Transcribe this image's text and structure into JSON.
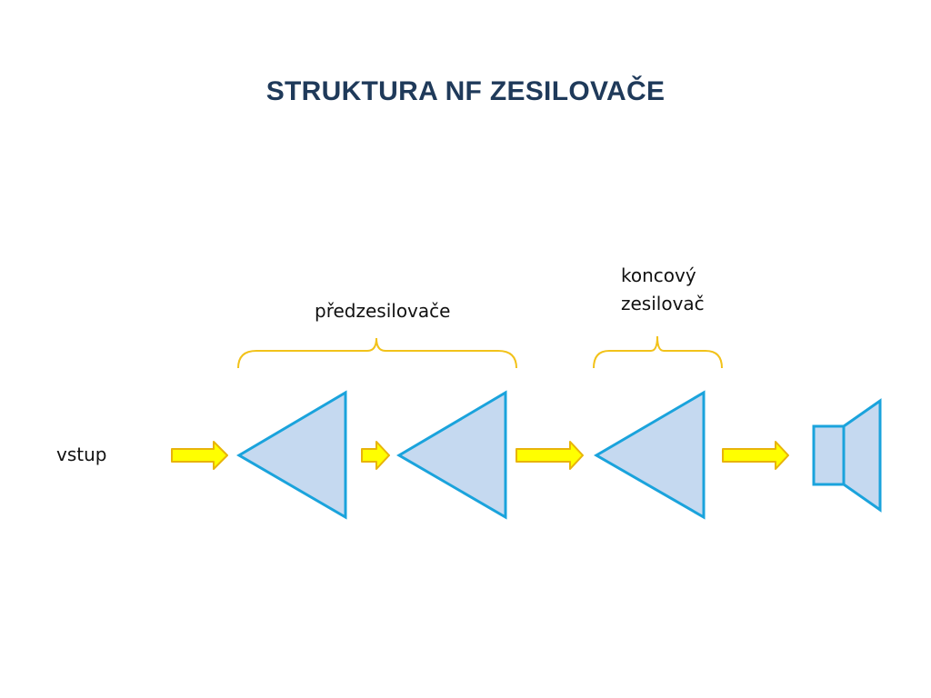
{
  "title": "STRUKTURA  NF ZESILOVAČE",
  "labels": {
    "preamplifiers": "předzesilovače",
    "final_amp_line1": "koncový",
    "final_amp_line2": "zesilovač",
    "input": "vstup"
  },
  "colors": {
    "title": "#1f3a5a",
    "amp_fill": "#c5d9f0",
    "amp_stroke": "#1aa3dc",
    "arrow_fill": "#ffff00",
    "arrow_stroke": "#e8b40a",
    "brace": "#f2c21a",
    "text": "#111111"
  },
  "icons": {
    "amplifier": "triangle-amplifier-icon",
    "signal_arrow": "right-arrow-icon",
    "speaker": "loudspeaker-icon",
    "brace": "curly-brace-icon"
  }
}
